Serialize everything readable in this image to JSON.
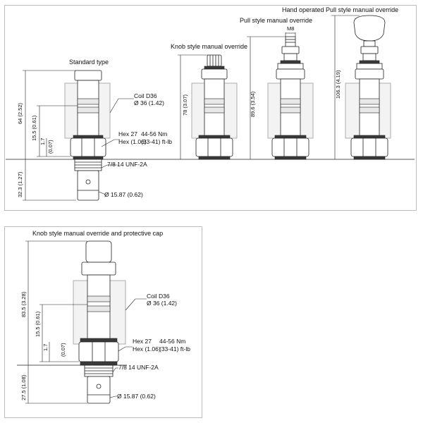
{
  "top_panel": {
    "titles": {
      "standard": "Standard type",
      "knob": "Knob style manual override",
      "pull": "Pull style manual override",
      "hand": "Hand operated Pull style manual override"
    },
    "dims": {
      "d64": "64 (2.52)",
      "d155": "15.5 (0.61)",
      "d17": "1.7",
      "d007": "(0.07)",
      "d323": "32.3 (1.27)",
      "d78": "78 (3.07)",
      "d896": "89.6 (3.54)",
      "d1063": "106.3 (4.19)",
      "m8": "M8"
    },
    "callouts": {
      "coil_a": "Coil D36",
      "coil_b": "Ø 36 (1.42)",
      "hex_a": "Hex 27",
      "hex_b": "Hex (1.06)",
      "torque_a": "44-56 Nm",
      "torque_b": "(33-41) ft-lb",
      "thread": "7/8 14 UNF-2A",
      "dia": "Ø 15.87 (0.62)"
    }
  },
  "bottom_panel": {
    "title": "Knob style manual override and protective cap",
    "dims": {
      "d835": "83.5 (3.28)",
      "d155": "15.5 (0.61)",
      "d17": "1.7",
      "d007": "(0.07)",
      "d275": "27.5 (1.08)"
    },
    "callouts": {
      "coil_a": "Coil D36",
      "coil_b": "Ø 36 (1.42)",
      "hex_a": "Hex 27",
      "hex_b": "Hex (1.06)",
      "torque_a": "44-56 Nm",
      "torque_b": "(33-41) ft-lb",
      "thread": "7/8 14 UNF-2A",
      "dia": "Ø 15.87 (0.62)"
    }
  }
}
